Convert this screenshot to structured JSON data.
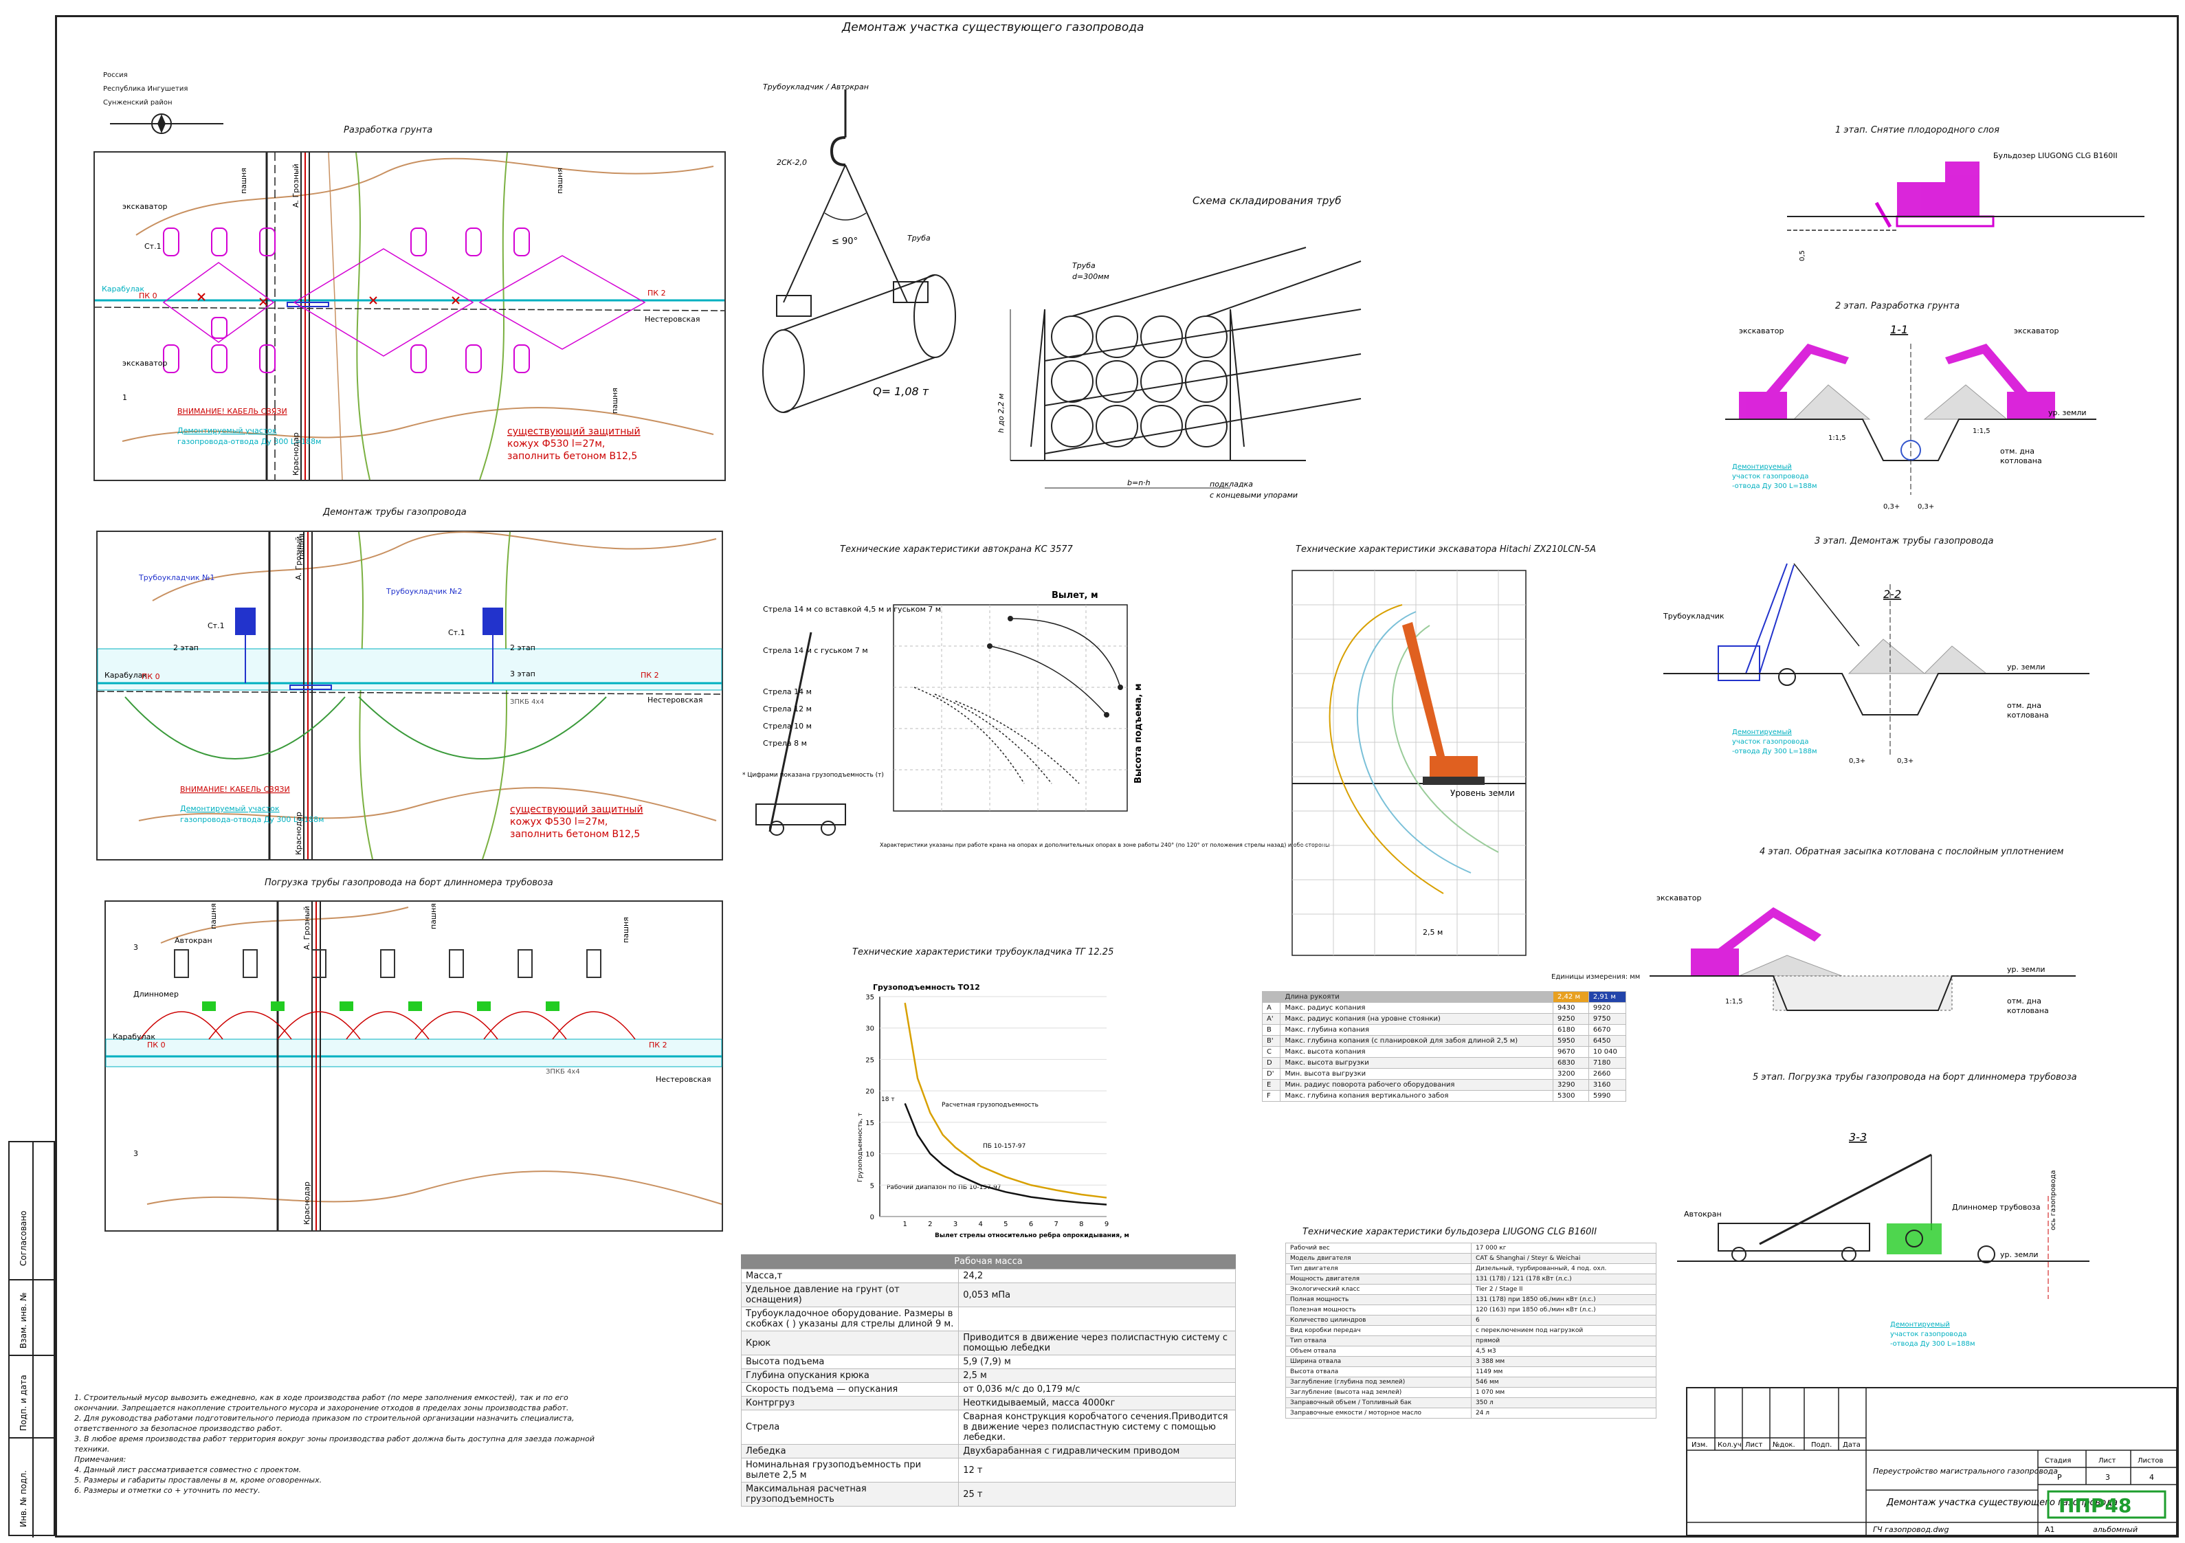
{
  "sheet": {
    "title": "Демонтаж участка существующего газопровода",
    "location": [
      "Россия",
      "Республика Ингушетия",
      "Сунженский район"
    ]
  },
  "plans": {
    "p1_title": "Разработка грунта",
    "p2_title": "Демонтаж трубы газопровода",
    "p3_title": "Погрузка трубы газопровода на борт длинномера трубовоза",
    "labels": {
      "pashnya": "пашня",
      "excavator": "экскаватор",
      "karabulak": "Карабулак",
      "nesterovskaya": "Нестеровская",
      "pk0": "ПК 0",
      "pk2": "ПК 2",
      "st1": "Ст.1",
      "cable_warning": "ВНИМАНИЕ! КАБЕЛЬ СВЯЗИ",
      "demontage_line1": "Демонтируемый участок",
      "demontage_line2": "газопровода-отвода Ду 300 L=188м",
      "casing_line1": "существующий защитный",
      "casing_line2": "кожух Ф530 l=27м,",
      "casing_line3": "заполнить бетоном В12,5",
      "road_groznyi": "А. Грозный",
      "road_krasnodar": "Краснодар",
      "pipelayer1": "Трубоукладчик №1",
      "pipelayer2": "Трубоукладчик №2",
      "stage2": "2 этап",
      "stage3": "3 этап",
      "autocrane": "Автокран",
      "longtruck": "Длинномер",
      "num3": "3",
      "num1": "1",
      "zkb": "ЗПКБ 4x4"
    }
  },
  "crane_sketch": {
    "pipelayer_label": "Трубоукладчик / Автокран",
    "sling": "2СК-2,0",
    "angle": "≤ 90°",
    "pipe": "Труба",
    "q": "Q= 1,08 т"
  },
  "storage": {
    "title": "Схема складирования труб",
    "pipe": "Труба",
    "pipe_d": "d=300мм",
    "height": "h до 2,2 м",
    "width": "b=n·h",
    "support1": "подкладка",
    "support2": "с концевыми упорами"
  },
  "crane_chart": {
    "title": "Технические характеристики автокрана КС 3577",
    "reach": "Вылет, м",
    "height_axis": "Высота подъема, м",
    "booms": [
      "Стрела 14 м со вставкой 4,5 м и гуськом 7 м",
      "Стрела 14 м с гуськом 7 м",
      "Стрела 14 м",
      "Стрела 12 м",
      "Стрела 10 м",
      "Стрела 8 м"
    ],
    "note": "* Цифрами показана грузоподъемность (т)",
    "footer": "Характеристики указаны при работе крана на опорах и дополнительных опорах в зоне работы 240° (по 120° от положения стрелы назад) и обе стороны"
  },
  "excavator_chart": {
    "title": "Технические характеристики экскаватора Hitachi ZX210LCN-5A",
    "ground": "Уровень земли",
    "dim": "2,5 м",
    "units_note": "Единицы измерения: мм",
    "headers": [
      "",
      "Длина рукояти",
      "2,42 м",
      "2,91 м"
    ],
    "rows": [
      [
        "A",
        "Макс. радиус копания",
        "9430",
        "9920"
      ],
      [
        "A'",
        "Макс. радиус копания (на уровне стоянки)",
        "9250",
        "9750"
      ],
      [
        "B",
        "Макс. глубина копания",
        "6180",
        "6670"
      ],
      [
        "B'",
        "Макс. глубина копания (с планировкой для забоя длиной 2,5 м)",
        "5950",
        "6450"
      ],
      [
        "C",
        "Макс. высота копания",
        "9670",
        "10 040"
      ],
      [
        "D",
        "Макс. высота выгрузки",
        "6830",
        "7180"
      ],
      [
        "D'",
        "Мин. высота выгрузки",
        "3200",
        "2660"
      ],
      [
        "E",
        "Мин. радиус поворота рабочего оборудования",
        "3290",
        "3160"
      ],
      [
        "F",
        "Макс. глубина копания вертикального забоя",
        "5300",
        "5990"
      ]
    ]
  },
  "pipelayer_chart": {
    "title": "Технические характеристики трубоукладчика ТГ 12.25",
    "ylabel": "Грузоподъемность ТО12",
    "xlabel": "Вылет стрелы относительно ребра опрокидывания, м",
    "yaxis_label": "Грузоподъемность, т",
    "label_calc": "Расчетная грузоподъемность",
    "label_pb": "ПБ 10-157-97",
    "label_work": "Рабочий диапазон по ПБ 10-157-97",
    "t18": "18 т"
  },
  "chart_data": {
    "type": "line",
    "title": "Грузоподъемность ТО12",
    "xlabel": "Вылет стрелы относительно ребра опрокидывания, м",
    "ylabel": "Грузоподъемность, т",
    "xlim": [
      0,
      9
    ],
    "ylim": [
      0,
      35
    ],
    "x": [
      1.0,
      1.5,
      2.0,
      2.5,
      3.0,
      4.0,
      5.0,
      6.0,
      7.0,
      8.0,
      9.0
    ],
    "series": [
      {
        "name": "Расчетная грузоподъемность",
        "values": [
          34,
          22,
          16.5,
          13,
          11,
          8,
          6.3,
          5,
          4.2,
          3.5,
          3.0
        ]
      },
      {
        "name": "ПБ 10-157-97",
        "values": [
          18,
          13,
          10,
          8.2,
          6.8,
          5,
          3.9,
          3.1,
          2.6,
          2.2,
          1.9
        ]
      }
    ]
  },
  "pipelayer_table": {
    "header": "Рабочая масса",
    "rows": [
      [
        "Масса,т",
        "24,2"
      ],
      [
        "Удельное давление на грунт (от оснащения)",
        "0,053 мПа"
      ],
      [
        "Трубоукладочное оборудование. Размеры в скобках ( ) указаны для стрелы длиной 9 м.",
        ""
      ],
      [
        "Крюк",
        "Приводится в движение через полиспастную систему с помощью лебедки"
      ],
      [
        "Высота подъема",
        "5,9 (7,9) м"
      ],
      [
        "Глубина опускания крюка",
        "2,5 м"
      ],
      [
        "Скорость подъема — опускания",
        "от 0,036 м/с до 0,179 м/с"
      ],
      [
        "Контргруз",
        "Неоткидываемый, масса 4000кг"
      ],
      [
        "Стрела",
        "Сварная конструкция коробчатого сечения.Приводится в движение через полиспастную систему с помощью лебедки."
      ],
      [
        "Лебедка",
        "Двухбарабанная с гидравлическим приводом"
      ],
      [
        "Номинальная грузоподъемность при вылете 2,5 м",
        "12 т"
      ],
      [
        "Максимальная расчетная грузоподъемность",
        "25 т"
      ]
    ]
  },
  "bulldozer_table": {
    "title": "Технические характеристики бульдозера LIUGONG CLG B160II",
    "rows": [
      [
        "Рабочий вес",
        "17 000 кг"
      ],
      [
        "Модель двигателя",
        "CAT & Shanghai / Steyr & Weichai"
      ],
      [
        "Тип двигателя",
        "Дизельный, турбированный, 4 под. охл."
      ],
      [
        "Мощность двигателя",
        "131 (178) / 121 (178 кВт (л.с.)"
      ],
      [
        "Экологический класс",
        "Tier 2 / Stage II"
      ],
      [
        "Полная мощность",
        "131 (178) при 1850 об./мин кВт (л.с.)"
      ],
      [
        "Полезная мощность",
        "120 (163) при 1850 об./мин кВт (л.с.)"
      ],
      [
        "Количество цилиндров",
        "6"
      ],
      [
        "Вид коробки передач",
        "с переключением под нагрузкой"
      ],
      [
        "Тип отвала",
        "прямой"
      ],
      [
        "Объем отвала",
        "4,5 м3"
      ],
      [
        "Ширина отвала",
        "3 388 мм"
      ],
      [
        "Высота отвала",
        "1149 мм"
      ],
      [
        "Заглубление (глубина под землей)",
        "546 мм"
      ],
      [
        "Заглубление (высота над землей)",
        "1 070 мм"
      ],
      [
        "Заправочный объем / Топливный бак",
        "350 л"
      ],
      [
        "Заправочные емкости / моторное масло",
        "24 л"
      ]
    ]
  },
  "stages": {
    "s1": "1 этап. Снятие плодородного слоя",
    "bulldozer": "Бульдозер LIUGONG CLG B160II",
    "s2": "2 этап. Разработка грунта",
    "section11": "1-1",
    "s3": "3 этап. Демонтаж трубы газопровода",
    "section22": "2-2",
    "s4": "4 этап. Обратная засыпка котлована с послойным уплотнением",
    "s5": "5 этап. Погрузка трубы газопровода на борт длинномера трубовоза",
    "section33": "3-3",
    "excavator": "экскаватор",
    "pipelayer": "Трубоукладчик",
    "autocrane": "Автокран",
    "longtruck": "Длинномер трубовоза",
    "ground": "ур. земли",
    "pit_bottom1": "отм. дна",
    "pit_bottom2": "котлована",
    "m15": "1:1,5",
    "d03": "0,3+",
    "dem1": "Демонтируемый",
    "dem2": "участок газопровода",
    "dem3": "-отвода Ду 300 L=188м",
    "axis": "ось газопровода",
    "h05": "0,5"
  },
  "notes": [
    "1. Строительный мусор вывозить ежедневно, как в ходе производства работ (по мере заполнения емкостей), так и по его окончании. Запрещается накопление строительного мусора и захоронение отходов в пределах зоны производства работ.",
    "2. Для руководства работами подготовительного периода приказом по строительной организации назначить специалиста, ответственного за безопасное производство работ.",
    "3. В любое время производства работ территория вокруг зоны производства работ должна быть доступна для заезда пожарной техники.",
    "Примечания:",
    "4. Данный лист рассматривается совместно с проектом.",
    "5. Размеры и габариты проставлены в м, кроме оговоренных.",
    "6. Размеры и отметки со + уточнить по месту."
  ],
  "titleblock": {
    "cols": [
      "Изм.",
      "Кол.уч",
      "Лист",
      "№док.",
      "Подп.",
      "Дата"
    ],
    "project": "Переустройство магистрального газопровода",
    "sheet_name": "Демонтаж участка существующего газопровода",
    "stage_h": "Стадия",
    "sheet_h": "Лист",
    "sheets_h": "Листов",
    "stage": "Р",
    "sheet": "3",
    "sheets": "4",
    "logo": "ППР48",
    "file": "ГЧ газопровод.dwg",
    "format": "А1",
    "album": "альбомный"
  },
  "side_stamps": [
    "Согласовано",
    "Взам. инв. №",
    "Подп. и дата",
    "Инв. № подл."
  ],
  "colors": {
    "pink": "#d400d4",
    "red": "#c00000",
    "cyan": "#00b0c0",
    "blue": "#2233cc",
    "logo_green": "#1e9e2e",
    "yellow_line": "#d8a000"
  }
}
